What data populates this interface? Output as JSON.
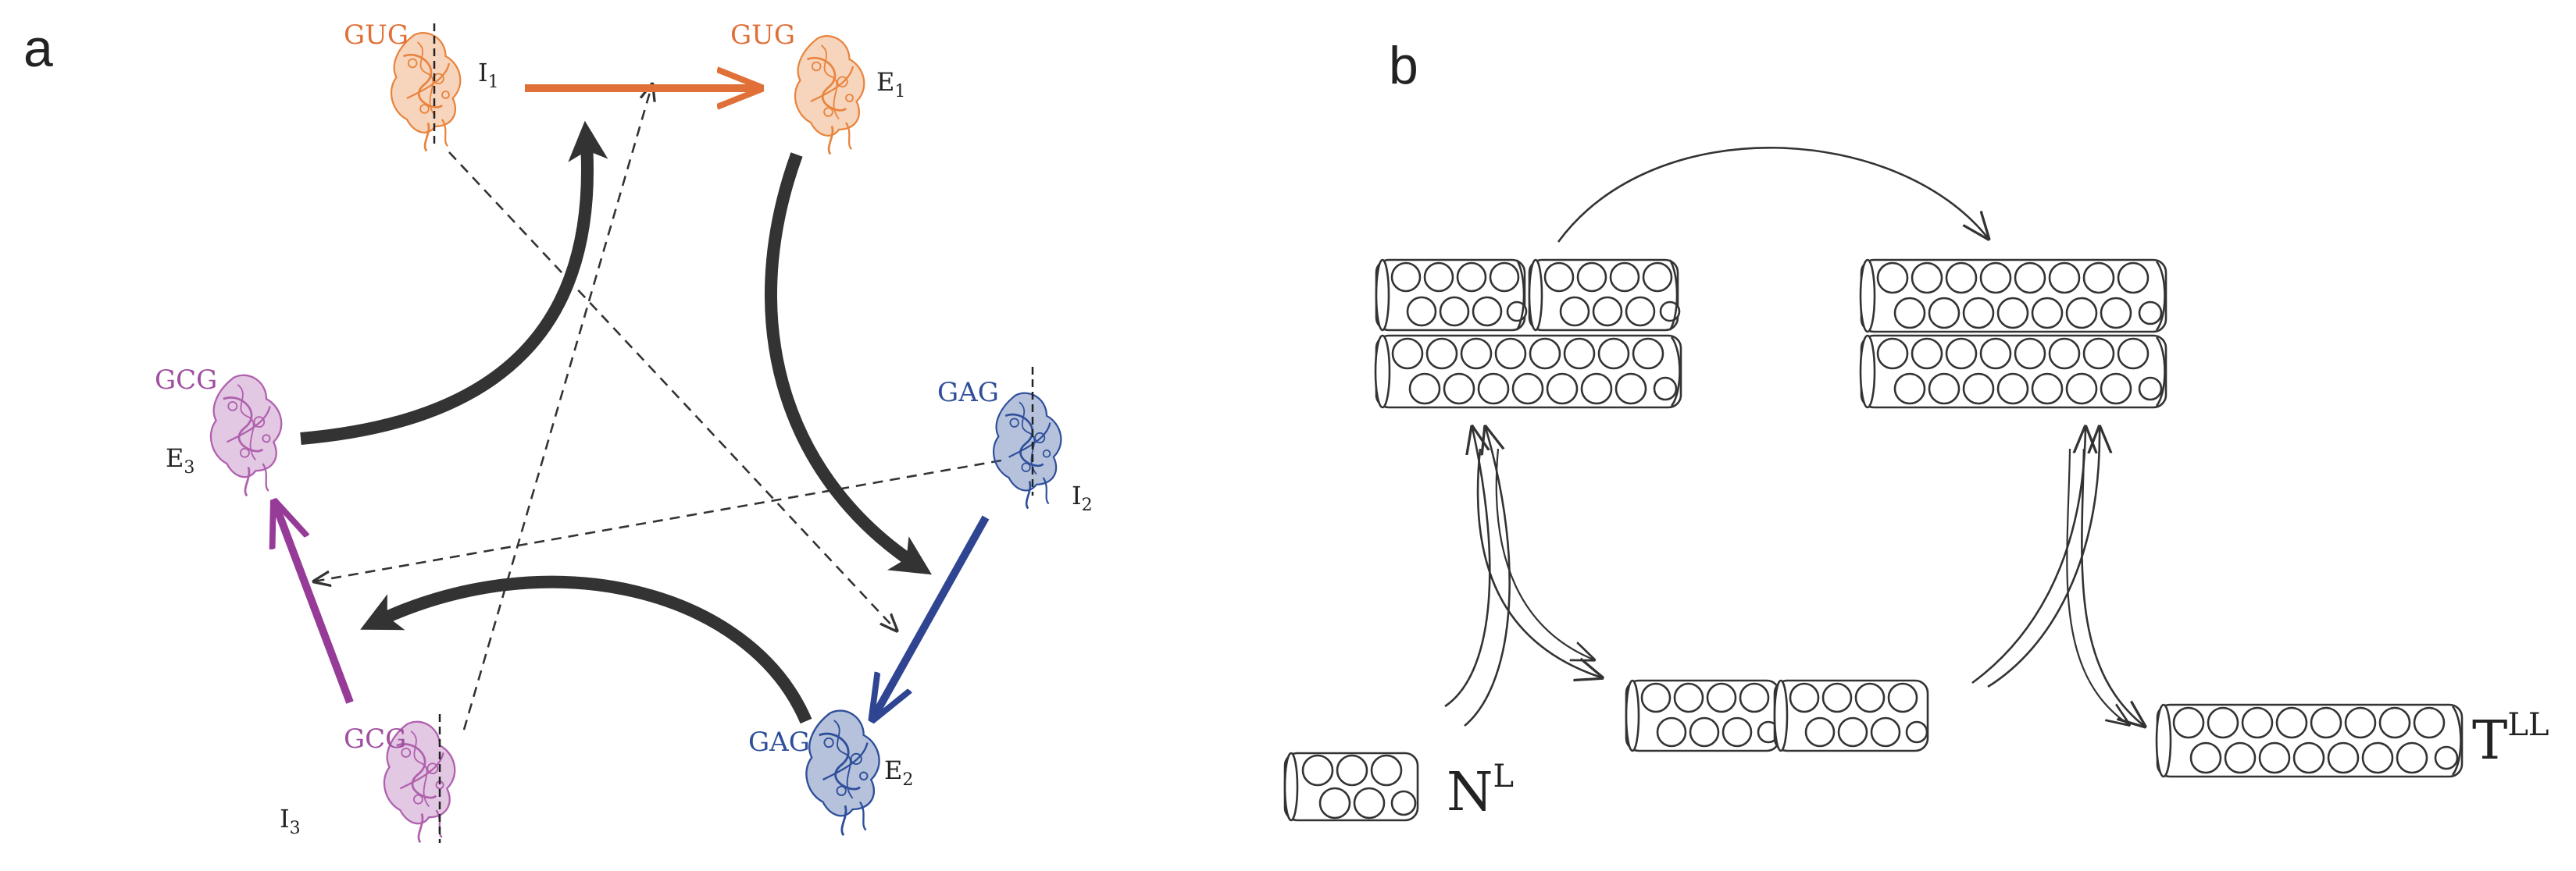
{
  "panels": {
    "a": {
      "letter": "a"
    },
    "b": {
      "letter": "b"
    }
  },
  "panel_a": {
    "nodes": [
      {
        "id": "I1",
        "codon": "GUG",
        "label": "I",
        "sub": "1",
        "color": "#e08040"
      },
      {
        "id": "E1",
        "codon": "GUG",
        "label": "E",
        "sub": "1",
        "color": "#e08040"
      },
      {
        "id": "I2",
        "codon": "GAG",
        "label": "I",
        "sub": "2",
        "color": "#2f4f9a"
      },
      {
        "id": "E2",
        "codon": "GAG",
        "label": "E",
        "sub": "2",
        "color": "#2f4f9a"
      },
      {
        "id": "I3",
        "codon": "GCG",
        "label": "I",
        "sub": "3",
        "color": "#a04fa0"
      },
      {
        "id": "E3",
        "codon": "GCG",
        "label": "E",
        "sub": "3",
        "color": "#a04fa0"
      }
    ],
    "colors": {
      "orange": "#e07038",
      "blue": "#2f4592",
      "purple": "#963c98",
      "black": "#333333"
    }
  },
  "panel_b": {
    "labels": {
      "n": {
        "main": "N",
        "sup": "L"
      },
      "t": {
        "main": "T",
        "sup": "LL"
      }
    }
  }
}
